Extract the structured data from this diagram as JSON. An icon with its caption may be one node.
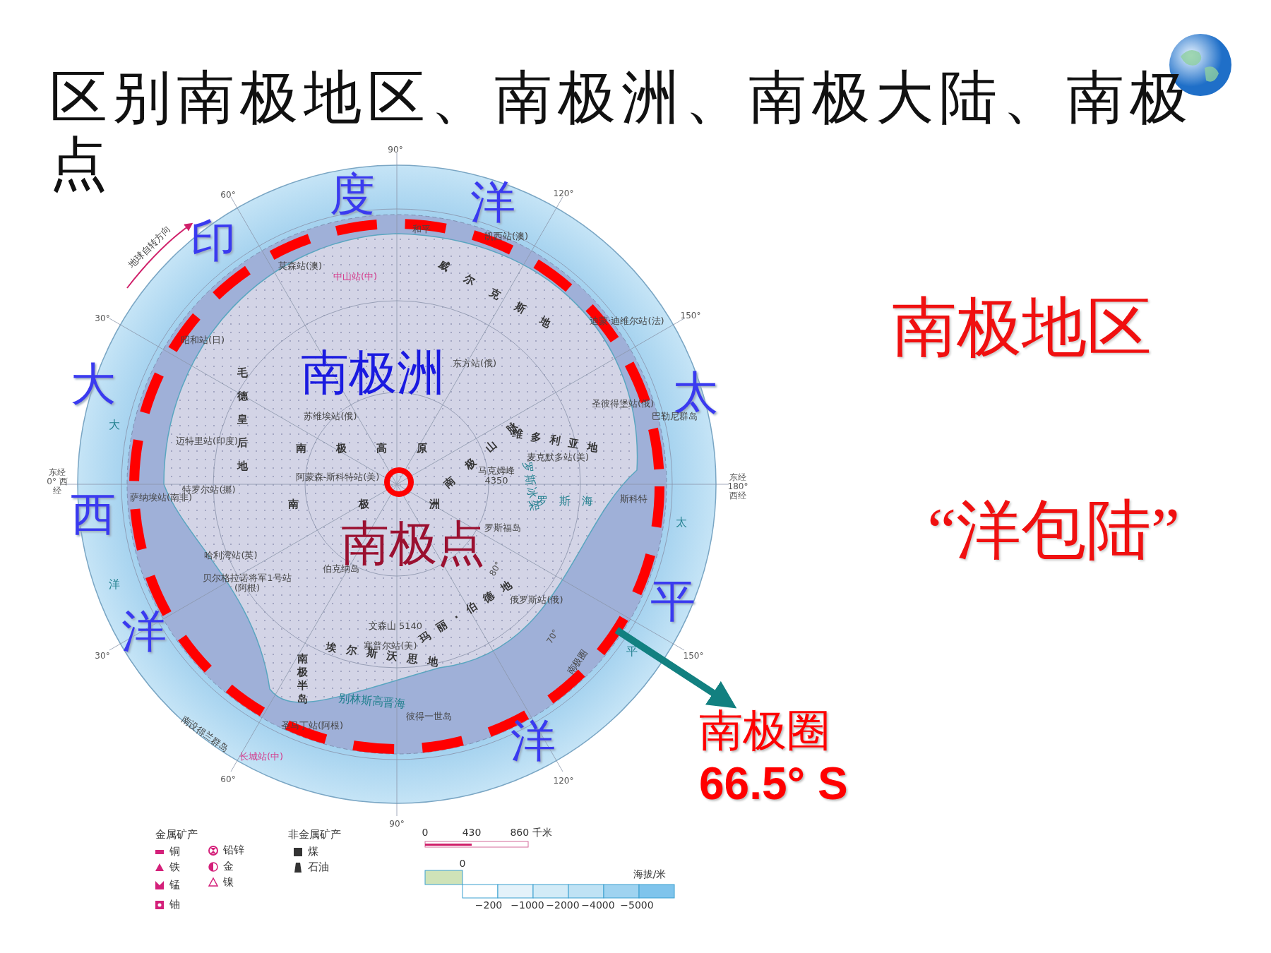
{
  "diagram": {
    "title": "区别南极地区、南极洲、南极大陆、南极点",
    "nodes": [
      {
        "text": [],
        "shape": "circle"
      },
      {
        "text": [
          "南极圈",
          "66.5° S"
        ]
      }
    ],
    "edges": [
      {
        "from": 0,
        "to": 1,
        "arrow": "to"
      }
    ],
    "labels": [
      "90°",
      "60°",
      "度",
      "洋",
      "120°",
      "和平",
      "凯西站(澳)",
      "地球自转方向",
      "印",
      "莫森站(澳)",
      "中山站(中)",
      "威尔克斯地",
      "南极地区",
      "30°",
      "迪蒙·迪维尔站(法)",
      "150°",
      "昭和站(日)",
      "南极洲",
      "东方站(俄)",
      "毛德皇后地",
      "大",
      "大",
      "太",
      "圣彼得堡站(俄)",
      "苏维埃站(俄)",
      "巴勒尼群岛",
      "南极高原",
      "南极山脉",
      "维多利亚地",
      "迈特里站(印度)",
      "麦克默多站(美)",
      "马克姆峰 4350",
      "东经 0° 西经",
      "阿蒙森-斯科特站(美)",
      "特罗尔站(挪)",
      "萨纳埃站(南非)",
      "罗斯冰架",
      "东经 180° 西经",
      "南极洲",
      "罗斯海",
      "斯科特",
      "西",
      "太",
      "罗斯福岛",
      "南极点",
      "“洋包陆”",
      "80°",
      "哈利湾站(英)",
      "洋",
      "贝尔格拉诺将军1号站(阿根)",
      "伯克纳岛",
      "俄罗斯站(俄)",
      "平",
      "玛丽·伯德地",
      "文森山 5140",
      "洋",
      "70°",
      "塞普尔站(美)",
      "埃尔斯沃思地",
      "南极半岛",
      "30°",
      "平",
      "150°",
      "南极圈",
      "别林斯高晋海",
      "彼得一世岛",
      "圣马丁站(阿根)",
      "南设得兰群岛",
      "洋",
      "长城站(中)",
      "60°",
      "120°",
      "90°",
      "金属矿产",
      "非金属矿产",
      "0",
      "430",
      "860 千米",
      "0",
      "海拔/米",
      "−200",
      "−1000",
      "−2000",
      "−4000",
      "−5000"
    ],
    "legend": [
      {
        "text": "铜"
      },
      {
        "text": "铁"
      },
      {
        "text": "锰"
      },
      {
        "text": "铀"
      },
      {
        "text": "铅锌"
      },
      {
        "text": "金"
      },
      {
        "text": "镍"
      },
      {
        "text": "煤"
      },
      {
        "text": "石油"
      }
    ]
  }
}
